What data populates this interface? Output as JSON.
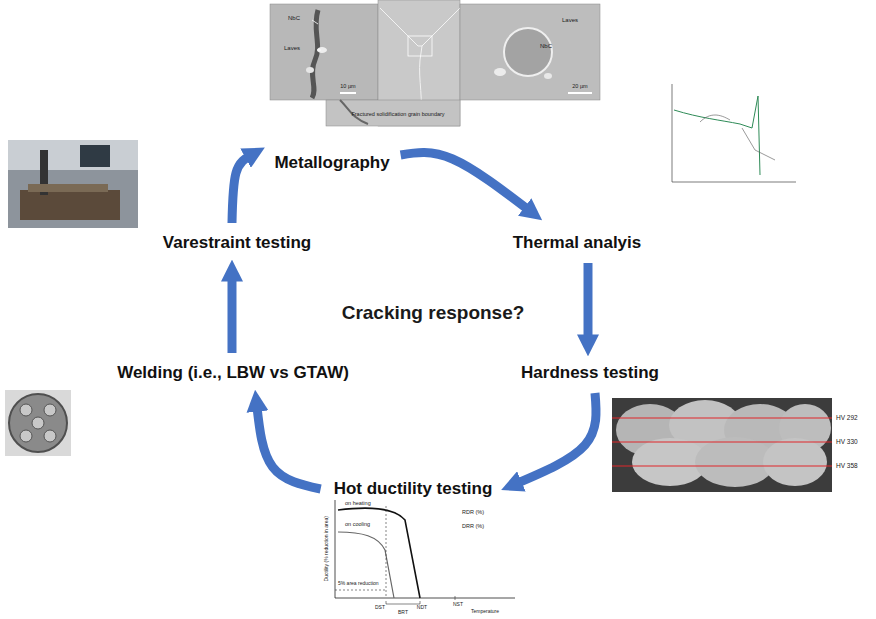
{
  "diagram": {
    "nodes": [
      {
        "text": [
          "Metallography"
        ]
      },
      {
        "text": [
          "Thermal analyis"
        ]
      },
      {
        "text": [
          "Hardness testing"
        ]
      },
      {
        "text": [
          "Hot ductility testing"
        ]
      },
      {
        "text": [
          "Welding (i.e., LBW vs GTAW)"
        ]
      },
      {
        "text": [
          "Varestraint testing"
        ]
      }
    ],
    "edges": [
      {
        "from": 0,
        "to": 1,
        "arrow": "to"
      },
      {
        "from": 1,
        "to": 2,
        "arrow": "to"
      },
      {
        "from": 2,
        "to": 3,
        "arrow": "to"
      },
      {
        "from": 3,
        "to": 4,
        "arrow": "to"
      },
      {
        "from": 4,
        "to": 5,
        "arrow": "to"
      },
      {
        "from": 5,
        "to": 0,
        "arrow": "to"
      }
    ],
    "labels": [
      "Cracking response?",
      "NbC",
      "Laves",
      "Laves",
      "NbC",
      "Fractured solidification grain boundary",
      "10 µm",
      "20 µm",
      "HV 292",
      "HV 330",
      "HV 358",
      "on heating",
      "on cooling",
      "5% area reduction",
      "DST",
      "NDT",
      "BRT",
      "NST",
      "Temperature",
      "Ductility (% reduction in area)",
      "RDR (%)",
      "DRR (%)"
    ]
  }
}
